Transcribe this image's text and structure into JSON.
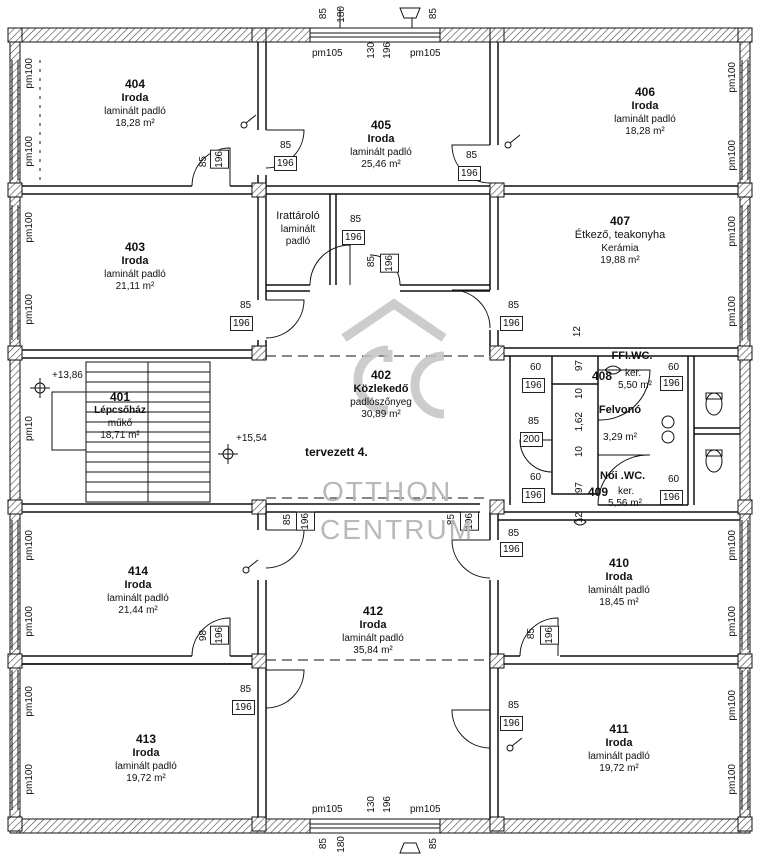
{
  "rooms": [
    {
      "id": "404",
      "name": "Iroda",
      "floor": "laminált padló",
      "area": "18,28 m²"
    },
    {
      "id": "405",
      "name": "Iroda",
      "floor": "laminált padló",
      "area": "25,46 m²"
    },
    {
      "id": "406",
      "name": "Iroda",
      "floor": "laminált padló",
      "area": "18,28 m²"
    },
    {
      "id": "403",
      "name": "Iroda",
      "floor": "laminált padló",
      "area": "21,11 m²"
    },
    {
      "id": "archive",
      "name": "Irattároló",
      "floor": "laminált padló"
    },
    {
      "id": "407",
      "name": "Étkező, teakonyha",
      "floor": "Kerámia",
      "area": "19,88 m²"
    },
    {
      "id": "401",
      "name": "Lépcsőház",
      "floor": "műkő",
      "area": "18,71 m²"
    },
    {
      "id": "402",
      "name": "Közlekedő",
      "floor": "padlószőnyeg",
      "area": "30,89 m²"
    },
    {
      "id": "408",
      "name": "FFI.WC.",
      "floor": "ker.",
      "area": "5,50 m²"
    },
    {
      "id": "lift",
      "name": "Felvonó",
      "area": "3,29 m²"
    },
    {
      "id": "409",
      "name": "Női .WC.",
      "floor": "ker.",
      "area": "5,56 m²"
    },
    {
      "id": "414",
      "name": "Iroda",
      "floor": "laminált padló",
      "area": "21,44 m²"
    },
    {
      "id": "412",
      "name": "Iroda",
      "floor": "laminált padló",
      "area": "35,84 m²"
    },
    {
      "id": "410",
      "name": "Iroda",
      "floor": "laminált padló",
      "area": "18,45 m²"
    },
    {
      "id": "413",
      "name": "Iroda",
      "floor": "laminált padló",
      "area": "19,72 m²"
    },
    {
      "id": "411",
      "name": "Iroda",
      "floor": "laminált padló",
      "area": "19,72 m²"
    }
  ],
  "note": "tervezett 4.",
  "levels": [
    "+13,86",
    "+15,54"
  ],
  "dims": {
    "d85": "85",
    "d180": "180",
    "d130": "130",
    "d196": "196",
    "d60": "60",
    "d97": "97",
    "d10": "10",
    "d162": "1,62",
    "d200": "200",
    "d12": "12",
    "d98": "98",
    "pm105": "pm105",
    "pm100": "pm100",
    "pm10": "pm10"
  },
  "watermark": {
    "line1": "OTTHON",
    "line2": "CENTRUM",
    "color": "#b9b9b9"
  }
}
